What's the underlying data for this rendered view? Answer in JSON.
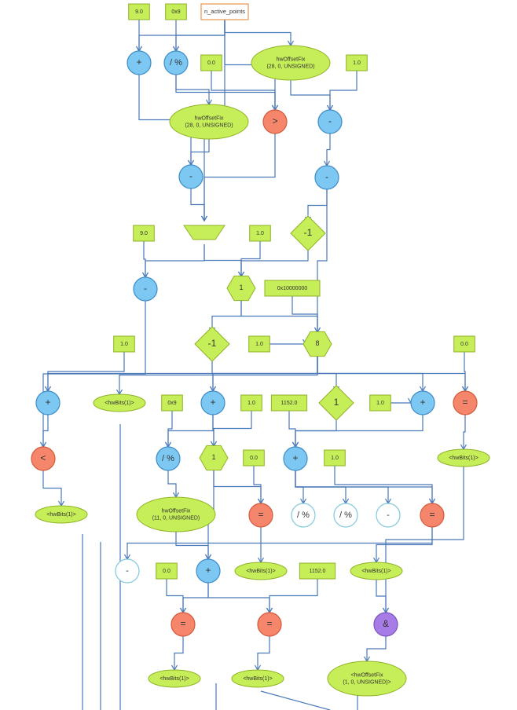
{
  "colors": {
    "edge": "#4a78b8",
    "const_fill": "#c6ee59",
    "const_stroke": "#8fb226",
    "blue_op_fill": "#7cc8f2",
    "blue_op_stroke": "#3e8cc7",
    "red_op_fill": "#f5866b",
    "red_op_stroke": "#d25a3c",
    "purple_op_fill": "#a87ce6",
    "white_op_stroke": "#7fc9dc",
    "input_stroke": "#e8954a"
  },
  "input_node": {
    "label": "n_active_points"
  },
  "nodes": [
    {
      "id": "c1",
      "kind": "const",
      "label": "9.0"
    },
    {
      "id": "c2",
      "kind": "const",
      "label": "0x9"
    },
    {
      "id": "op_add1",
      "kind": "blue_circle",
      "label": "+"
    },
    {
      "id": "op_mod1",
      "kind": "blue_circle",
      "label": "/ %"
    },
    {
      "id": "c3",
      "kind": "const",
      "label": "0.0"
    },
    {
      "id": "e1",
      "kind": "ellipse",
      "label": "hwOffsetFix\n(28, 0, UNSIGNED)"
    },
    {
      "id": "c4",
      "kind": "const",
      "label": "1.0"
    },
    {
      "id": "e2",
      "kind": "ellipse",
      "label": "hwOffsetFix\n(28, 0, UNSIGNED)"
    },
    {
      "id": "op_gt",
      "kind": "red_circle",
      "label": ">"
    },
    {
      "id": "op_sub1",
      "kind": "blue_circle",
      "label": "-"
    },
    {
      "id": "op_sub2",
      "kind": "blue_circle",
      "label": "-"
    },
    {
      "id": "op_sub3",
      "kind": "blue_circle",
      "label": "-"
    },
    {
      "id": "c5",
      "kind": "const",
      "label": "9.0"
    },
    {
      "id": "mux1",
      "kind": "trapezoid",
      "label": ""
    },
    {
      "id": "c6",
      "kind": "const",
      "label": "1.0"
    },
    {
      "id": "d1",
      "kind": "diamond",
      "label": "-1"
    },
    {
      "id": "op_sub4",
      "kind": "blue_circle",
      "label": "-"
    },
    {
      "id": "hex1",
      "kind": "hexagon",
      "label": "1"
    },
    {
      "id": "c7",
      "kind": "const",
      "label": "0x10000000"
    },
    {
      "id": "c8",
      "kind": "const",
      "label": "1.0"
    },
    {
      "id": "d2",
      "kind": "diamond",
      "label": "-1"
    },
    {
      "id": "c9",
      "kind": "const",
      "label": "1.0"
    },
    {
      "id": "hex8",
      "kind": "hexagon",
      "label": "8"
    },
    {
      "id": "c10",
      "kind": "const",
      "label": "0.0"
    },
    {
      "id": "op_add2",
      "kind": "blue_circle",
      "label": "+"
    },
    {
      "id": "e3",
      "kind": "ellipse",
      "label": "<hwBits(1)>"
    },
    {
      "id": "c11",
      "kind": "const",
      "label": "0x9"
    },
    {
      "id": "op_add3",
      "kind": "blue_circle",
      "label": "+"
    },
    {
      "id": "c12",
      "kind": "const",
      "label": "1.0"
    },
    {
      "id": "c13",
      "kind": "const",
      "label": "1152.0"
    },
    {
      "id": "d3",
      "kind": "diamond",
      "label": "1"
    },
    {
      "id": "c14",
      "kind": "const",
      "label": "1.0"
    },
    {
      "id": "op_add4",
      "kind": "blue_circle",
      "label": "+"
    },
    {
      "id": "op_eq1",
      "kind": "red_circle",
      "label": "="
    },
    {
      "id": "op_lt",
      "kind": "red_circle",
      "label": "<"
    },
    {
      "id": "op_mod2",
      "kind": "blue_circle",
      "label": "/ %"
    },
    {
      "id": "hex2",
      "kind": "hexagon",
      "label": "1"
    },
    {
      "id": "c15",
      "kind": "const",
      "label": "0.0"
    },
    {
      "id": "op_add5",
      "kind": "blue_circle",
      "label": "+"
    },
    {
      "id": "c16",
      "kind": "const",
      "label": "1.0"
    },
    {
      "id": "e4",
      "kind": "ellipse",
      "label": "<hwBits(1)>"
    },
    {
      "id": "e5",
      "kind": "ellipse",
      "label": "<hwBits(1)>"
    },
    {
      "id": "e6",
      "kind": "ellipse",
      "label": "hwOffsetFix\n(11, 0, UNSIGNED)"
    },
    {
      "id": "op_eq2",
      "kind": "red_circle",
      "label": "="
    },
    {
      "id": "op_mod3",
      "kind": "white_circle",
      "label": "/ %"
    },
    {
      "id": "op_mod4",
      "kind": "white_circle",
      "label": "/ %"
    },
    {
      "id": "op_sub5",
      "kind": "white_circle",
      "label": "-"
    },
    {
      "id": "op_eq3",
      "kind": "red_circle",
      "label": "="
    },
    {
      "id": "op_sub6",
      "kind": "white_circle",
      "label": "-"
    },
    {
      "id": "c17",
      "kind": "const",
      "label": "0.0"
    },
    {
      "id": "op_add6",
      "kind": "blue_circle",
      "label": "+"
    },
    {
      "id": "e7",
      "kind": "ellipse",
      "label": "<hwBits(1)>"
    },
    {
      "id": "c18",
      "kind": "const",
      "label": "1152.0"
    },
    {
      "id": "e8",
      "kind": "ellipse",
      "label": "<hwBits(1)>"
    },
    {
      "id": "op_eq4",
      "kind": "red_circle",
      "label": "="
    },
    {
      "id": "op_eq5",
      "kind": "red_circle",
      "label": "="
    },
    {
      "id": "op_and",
      "kind": "purple_circle",
      "label": "&"
    },
    {
      "id": "e9",
      "kind": "ellipse",
      "label": "<hwBits(1)>"
    },
    {
      "id": "e10",
      "kind": "ellipse",
      "label": "<hwBits(1)>"
    },
    {
      "id": "e11",
      "kind": "ellipse",
      "label": "<hwOffsetFix\n(1, 0, UNSIGNED)>"
    }
  ],
  "edges": [
    [
      "input",
      "op_mod1"
    ],
    [
      "input",
      "op_add1"
    ],
    [
      "input",
      "e2"
    ],
    [
      "input",
      "op_gt"
    ],
    [
      "input",
      "mux1"
    ],
    [
      "c1",
      "op_add1"
    ],
    [
      "c2",
      "op_mod1"
    ],
    [
      "op_mod1",
      "e1"
    ],
    [
      "op_mod1",
      "op_gt"
    ],
    [
      "c3",
      "op_gt"
    ],
    [
      "op_add1",
      "op_sub1"
    ],
    [
      "e1",
      "op_sub1"
    ],
    [
      "op_sub1",
      "mux1"
    ],
    [
      "op_gt",
      "mux1"
    ],
    [
      "e2",
      "op_sub2"
    ],
    [
      "c4",
      "op_sub2"
    ],
    [
      "op_sub2",
      "op_sub3"
    ],
    [
      "op_sub3",
      "d1"
    ],
    [
      "c5",
      "op_sub4"
    ],
    [
      "mux1",
      "op_sub4"
    ],
    [
      "mux1",
      "hex1"
    ],
    [
      "c6",
      "hex1"
    ],
    [
      "d1",
      "hex1"
    ],
    [
      "hex1",
      "d2"
    ],
    [
      "hex1",
      "hex8"
    ],
    [
      "c7",
      "hex8"
    ],
    [
      "hex8",
      "op_sub3"
    ],
    [
      "c8",
      "op_add2"
    ],
    [
      "d2",
      "op_add3"
    ],
    [
      "c9",
      "hex8"
    ],
    [
      "c10",
      "op_eq1"
    ],
    [
      "hex8",
      "op_add2"
    ],
    [
      "hex8",
      "e3"
    ],
    [
      "hex8",
      "op_add3"
    ],
    [
      "hex8",
      "d3"
    ],
    [
      "hex8",
      "op_add4"
    ],
    [
      "hex8",
      "op_eq1"
    ],
    [
      "op_add2",
      "op_lt"
    ],
    [
      "op_sub4",
      "op_lt"
    ],
    [
      "op_lt",
      "e4"
    ],
    [
      "op_eq1",
      "e5"
    ],
    [
      "c11",
      "op_mod2"
    ],
    [
      "op_add3",
      "op_mod2"
    ],
    [
      "c12",
      "hex2"
    ],
    [
      "op_add3",
      "hex2"
    ],
    [
      "op_mod2",
      "e6"
    ],
    [
      "c13",
      "op_add5"
    ],
    [
      "d3",
      "op_add5"
    ],
    [
      "c14",
      "op_add4"
    ],
    [
      "op_add4",
      "op_add5"
    ],
    [
      "c15",
      "op_eq2"
    ],
    [
      "hex2",
      "op_eq2"
    ],
    [
      "c16",
      "op_eq3"
    ],
    [
      "op_add5",
      "op_mod3"
    ],
    [
      "op_add5",
      "op_mod4"
    ],
    [
      "op_add5",
      "op_sub5"
    ],
    [
      "op_add5",
      "op_eq3"
    ],
    [
      "e6",
      "op_add6"
    ],
    [
      "hex2",
      "op_add6"
    ],
    [
      "op_eq3",
      "op_sub6"
    ],
    [
      "op_eq3",
      "e8"
    ],
    [
      "op_eq2",
      "e7"
    ],
    [
      "c17",
      "op_eq4"
    ],
    [
      "op_add6",
      "op_eq4"
    ],
    [
      "op_add6",
      "op_eq5"
    ],
    [
      "c18",
      "op_eq5"
    ],
    [
      "e8",
      "op_and"
    ],
    [
      "e5",
      "op_and"
    ],
    [
      "op_eq4",
      "e9"
    ],
    [
      "op_eq5",
      "e10"
    ],
    [
      "op_and",
      "e11"
    ]
  ]
}
